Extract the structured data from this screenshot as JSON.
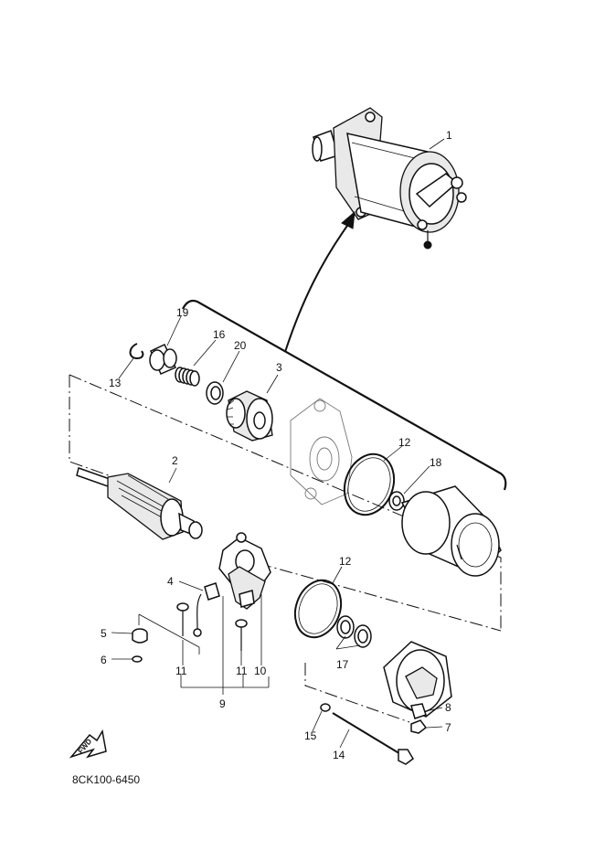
{
  "diagram": {
    "code": "8CK100-6450",
    "fwd_label": "FWD",
    "callouts": [
      {
        "id": "c1",
        "text": "1"
      },
      {
        "id": "c2",
        "text": "2"
      },
      {
        "id": "c3",
        "text": "3"
      },
      {
        "id": "c4",
        "text": "4"
      },
      {
        "id": "c5",
        "text": "5"
      },
      {
        "id": "c6",
        "text": "6"
      },
      {
        "id": "c7",
        "text": "7"
      },
      {
        "id": "c8",
        "text": "8"
      },
      {
        "id": "c9",
        "text": "9"
      },
      {
        "id": "c10",
        "text": "10"
      },
      {
        "id": "c11a",
        "text": "11"
      },
      {
        "id": "c11b",
        "text": "11"
      },
      {
        "id": "c12a",
        "text": "12"
      },
      {
        "id": "c12b",
        "text": "12"
      },
      {
        "id": "c13",
        "text": "13"
      },
      {
        "id": "c14",
        "text": "14"
      },
      {
        "id": "c15",
        "text": "15"
      },
      {
        "id": "c16",
        "text": "16"
      },
      {
        "id": "c17",
        "text": "17"
      },
      {
        "id": "c18",
        "text": "18"
      },
      {
        "id": "c19",
        "text": "19"
      },
      {
        "id": "c20",
        "text": "20"
      }
    ]
  }
}
